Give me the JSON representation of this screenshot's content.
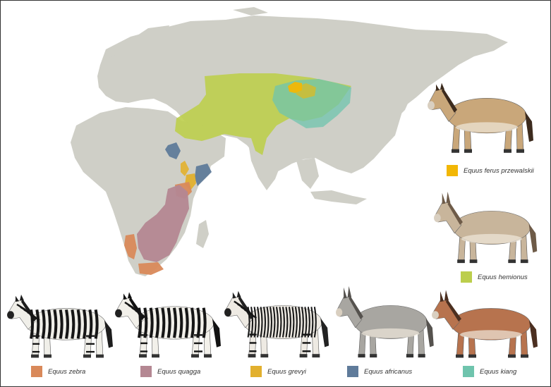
{
  "colors": {
    "land": "#cfcfc7",
    "ocean": "#ffffff",
    "frame": "#333333"
  },
  "species": [
    {
      "id": "przewalskii",
      "label": "Equus ferus przewalskii",
      "color": "#f2b705"
    },
    {
      "id": "hemionus",
      "label": "Equus hemionus",
      "color": "#bcce4c"
    },
    {
      "id": "zebra",
      "label": "Equus zebra",
      "color": "#d9895a"
    },
    {
      "id": "quagga",
      "label": "Equus quagga",
      "color": "#b48792"
    },
    {
      "id": "grevyi",
      "label": "Equus grevyi",
      "color": "#e2b02e"
    },
    {
      "id": "africanus",
      "label": "Equus africanus",
      "color": "#5f7b9a"
    },
    {
      "id": "kiang",
      "label": "Equus kiang",
      "color": "#6fc4ad"
    }
  ],
  "animals": [
    {
      "id": "przewalskii",
      "kind": "horse",
      "pattern": "plain",
      "body": "#c9a77a",
      "mane": "#3c2b1e"
    },
    {
      "id": "hemionus",
      "kind": "ass",
      "pattern": "plain",
      "body": "#c8b59b",
      "mane": "#6e5b48"
    },
    {
      "id": "zebra",
      "kind": "zebra",
      "pattern": "stripes",
      "body": "#f0efe9",
      "mane": "#1d1d1d"
    },
    {
      "id": "quagga",
      "kind": "zebra",
      "pattern": "stripes",
      "body": "#f2f0ea",
      "mane": "#121212"
    },
    {
      "id": "grevyi",
      "kind": "zebra",
      "pattern": "thin-stripes",
      "body": "#eeeae3",
      "mane": "#222222"
    },
    {
      "id": "africanus",
      "kind": "ass",
      "pattern": "plain",
      "body": "#a8a6a1",
      "mane": "#55524e"
    },
    {
      "id": "kiang",
      "kind": "ass",
      "pattern": "plain",
      "body": "#b7734e",
      "mane": "#4b2f20"
    }
  ]
}
